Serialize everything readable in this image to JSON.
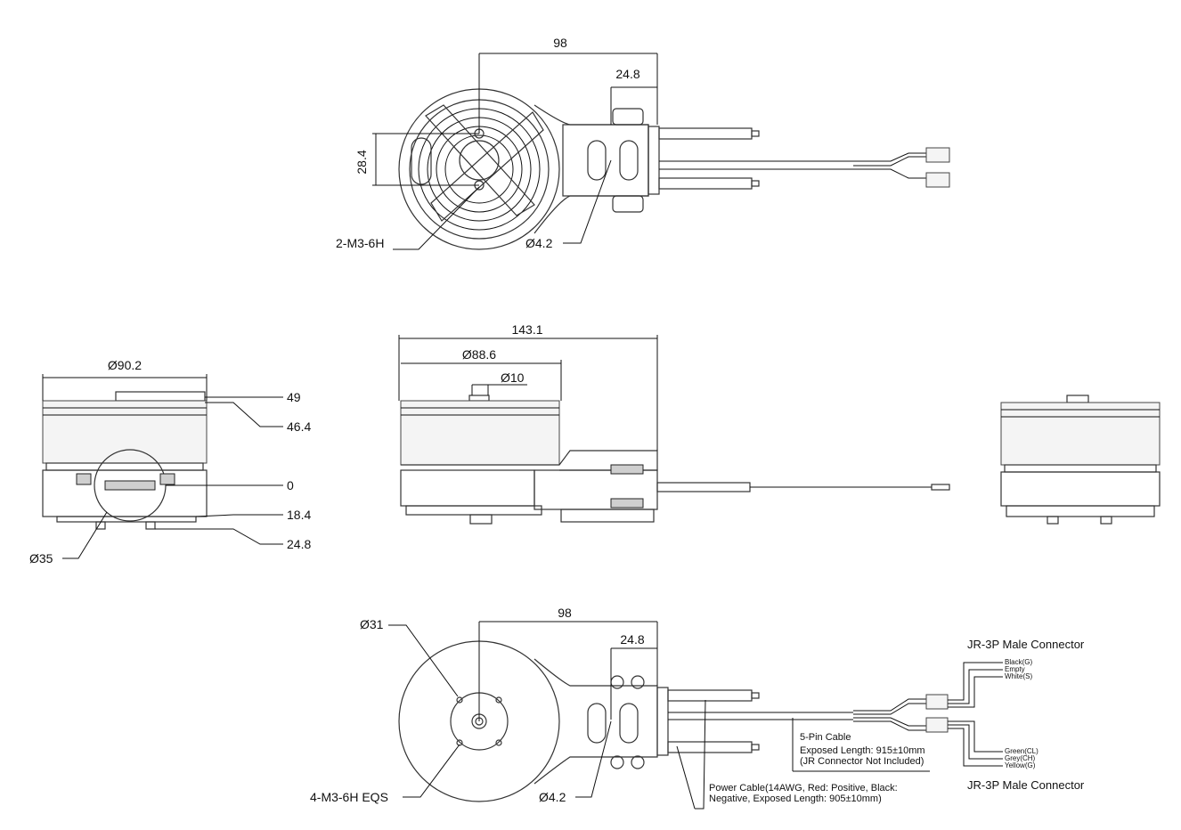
{
  "top_view": {
    "dim_width": "98",
    "dim_mount": "24.8",
    "dim_height": "28.4",
    "callout_holes": "2-M3-6H",
    "callout_bore": "Ø4.2"
  },
  "side_left": {
    "dim_diameter": "Ø90.2",
    "h1": "49",
    "h2": "46.4",
    "h3": "0",
    "h4": "18.4",
    "h5": "24.8",
    "callout_diameter": "Ø35"
  },
  "side_mid": {
    "dim_total": "143.1",
    "dim_body": "Ø88.6",
    "dim_shaft": "Ø10"
  },
  "bottom_view": {
    "callout_pcd": "Ø31",
    "dim_width": "98",
    "dim_mount": "24.8",
    "callout_holes": "4-M3-6H EQS",
    "callout_bore": "Ø4.2",
    "cable_title": "5-Pin Cable",
    "cable_line1": "Exposed Length: 915±10mm",
    "cable_line2": "(JR Connector Not Included)",
    "power_line1": "Power Cable(14AWG, Red: Positive, Black:",
    "power_line2": "Negative, Exposed Length: 905±10mm)",
    "jr_top": "JR-3P Male Connector",
    "jr_bottom": "JR-3P Male Connector",
    "wires_top": [
      "Black(G)",
      "Empty",
      "White(S)"
    ],
    "wires_bottom": [
      "Green(CL)",
      "Grey(CH)",
      "Yellow(G)"
    ]
  }
}
